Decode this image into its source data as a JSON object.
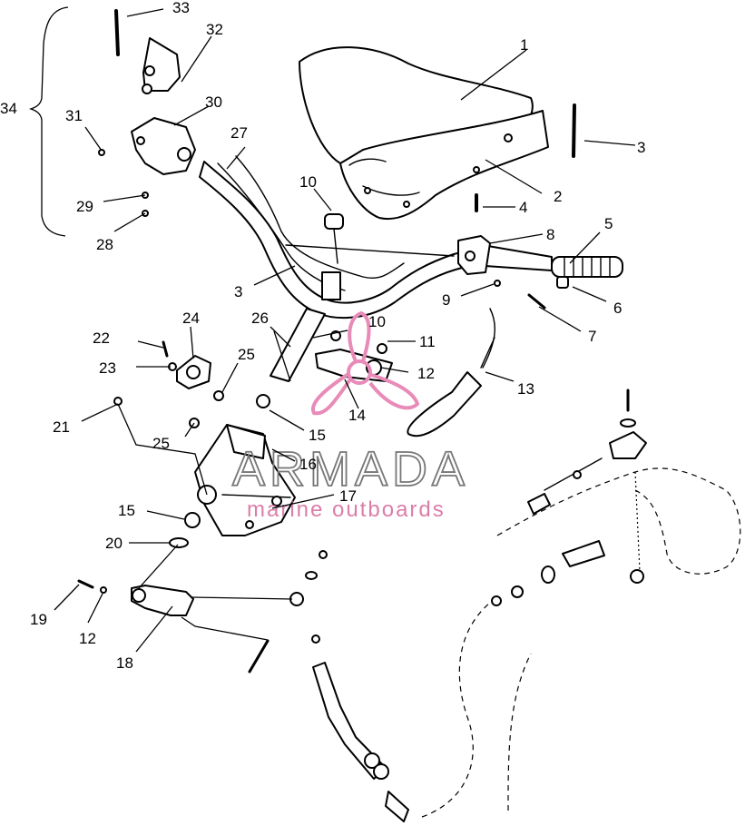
{
  "labels": {
    "l1": "1",
    "l2": "2",
    "l3a": "3",
    "l3b": "3",
    "l4": "4",
    "l5": "5",
    "l6": "6",
    "l7": "7",
    "l8": "8",
    "l9": "9",
    "l10a": "10",
    "l10b": "10",
    "l11": "11",
    "l12a": "12",
    "l12b": "12",
    "l13": "13",
    "l14": "14",
    "l15a": "15",
    "l15b": "15",
    "l16": "16",
    "l17": "17",
    "l18": "18",
    "l19": "19",
    "l20": "20",
    "l21": "21",
    "l22": "22",
    "l23": "23",
    "l24": "24",
    "l25a": "25",
    "l25b": "25",
    "l26": "26",
    "l27": "27",
    "l28": "28",
    "l29": "29",
    "l30": "30",
    "l31": "31",
    "l32": "32",
    "l33": "33",
    "l34": "34"
  },
  "watermark": {
    "brand": "ARMADA",
    "tagline": "marine outboards",
    "logo_color": "#e88bb8",
    "text_color": "#7a7a7a"
  }
}
